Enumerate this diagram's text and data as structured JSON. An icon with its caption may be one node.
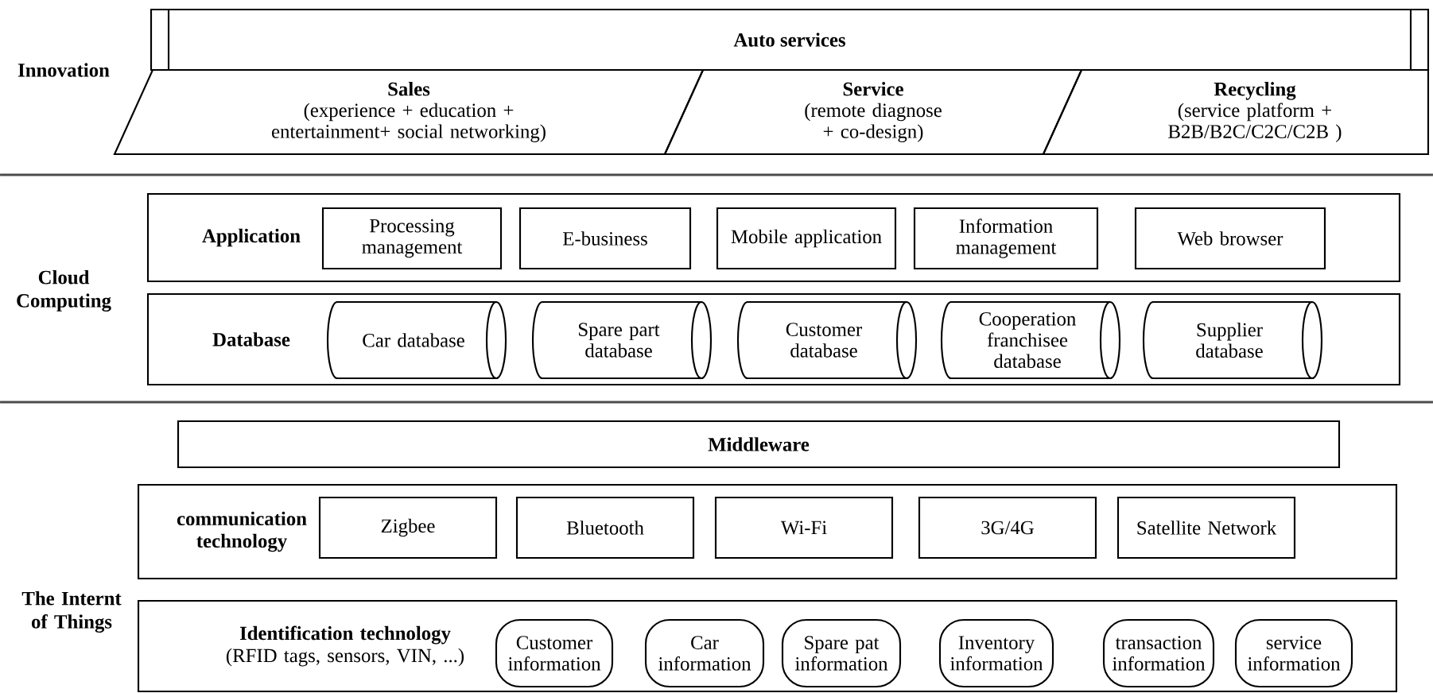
{
  "diagram": {
    "nodes": [
      {
        "text": [
          "Auto services"
        ]
      },
      {
        "text": [
          "Sales",
          "(experience + education + entertainment+ social networking)"
        ]
      },
      {
        "text": [
          "Service",
          "(remote diagnose + co-design)"
        ]
      },
      {
        "text": [
          "Recycling",
          "(service platform + B2B/B2C/C2C/C2B )"
        ]
      },
      {
        "text": [
          "Application"
        ]
      },
      {
        "text": [
          "Processing management"
        ],
        "in": 4
      },
      {
        "text": [
          "E-business"
        ],
        "in": 4
      },
      {
        "text": [
          "Mobile application"
        ],
        "in": 4
      },
      {
        "text": [
          "Information management"
        ],
        "in": 4
      },
      {
        "text": [
          "Web browser"
        ],
        "in": 4
      },
      {
        "text": [
          "Database"
        ]
      },
      {
        "text": [
          "Car database"
        ],
        "in": 10
      },
      {
        "text": [
          "Spare part database"
        ],
        "in": 10
      },
      {
        "text": [
          "Customer database"
        ],
        "in": 10
      },
      {
        "text": [
          "Cooperation franchisee database"
        ],
        "in": 10
      },
      {
        "text": [
          "Supplier database"
        ],
        "in": 10
      },
      {
        "text": [
          "Middleware"
        ]
      },
      {
        "text": [
          "communication technology"
        ]
      },
      {
        "text": [
          "Zigbee"
        ],
        "in": 17
      },
      {
        "text": [
          "Bluetooth"
        ],
        "in": 17
      },
      {
        "text": [
          "Wi-Fi"
        ],
        "in": 17
      },
      {
        "text": [
          "3G/4G"
        ],
        "in": 17
      },
      {
        "text": [
          "Satellite Network"
        ],
        "in": 17
      },
      {
        "text": [
          "Identification technology",
          "(RFID tags, sensors, VIN, ...)"
        ]
      },
      {
        "text": [
          "Customer information"
        ],
        "in": 23
      },
      {
        "text": [
          "Car information"
        ],
        "in": 23
      },
      {
        "text": [
          "Spare pat information"
        ],
        "in": 23
      },
      {
        "text": [
          "Inventory information"
        ],
        "in": 23
      },
      {
        "text": [
          "transaction information"
        ],
        "in": 23
      },
      {
        "text": [
          "service information"
        ],
        "in": 23
      }
    ],
    "labels": [
      "Innovation",
      "Cloud Computing",
      "The Internt of Things"
    ]
  }
}
